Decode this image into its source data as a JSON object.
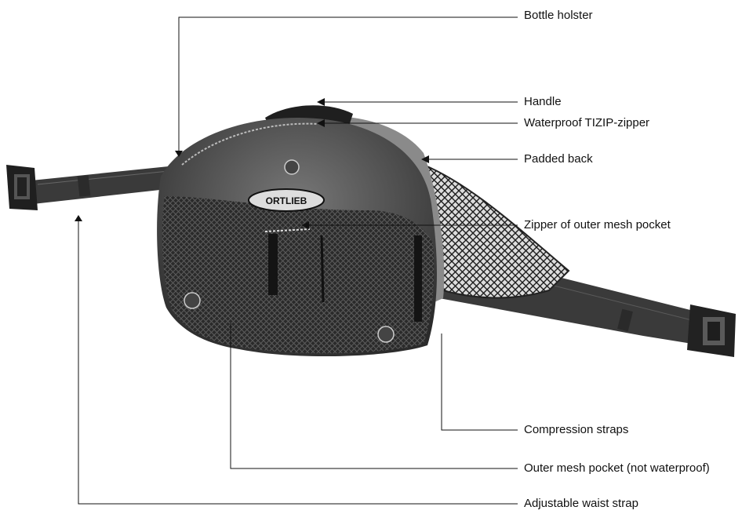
{
  "callouts": [
    {
      "id": "bottle-holster",
      "label": "Bottle holster"
    },
    {
      "id": "handle",
      "label": "Handle"
    },
    {
      "id": "zipper",
      "label": "Waterproof TIZIP-zipper"
    },
    {
      "id": "padded-back",
      "label": "Padded back"
    },
    {
      "id": "mesh-zipper",
      "label": "Zipper of outer mesh pocket"
    },
    {
      "id": "compression-straps",
      "label": "Compression straps"
    },
    {
      "id": "outer-mesh-pocket",
      "label": "Outer mesh pocket (not waterproof)"
    },
    {
      "id": "waist-strap",
      "label": "Adjustable waist strap"
    }
  ],
  "logo_text": "ORTLIEB",
  "colors": {
    "line": "#111111",
    "bag_dark": "#2e2e2e",
    "bag_mid": "#5a5a5a",
    "bag_light": "#8a8a8a",
    "strap": "#3a3a3a"
  }
}
